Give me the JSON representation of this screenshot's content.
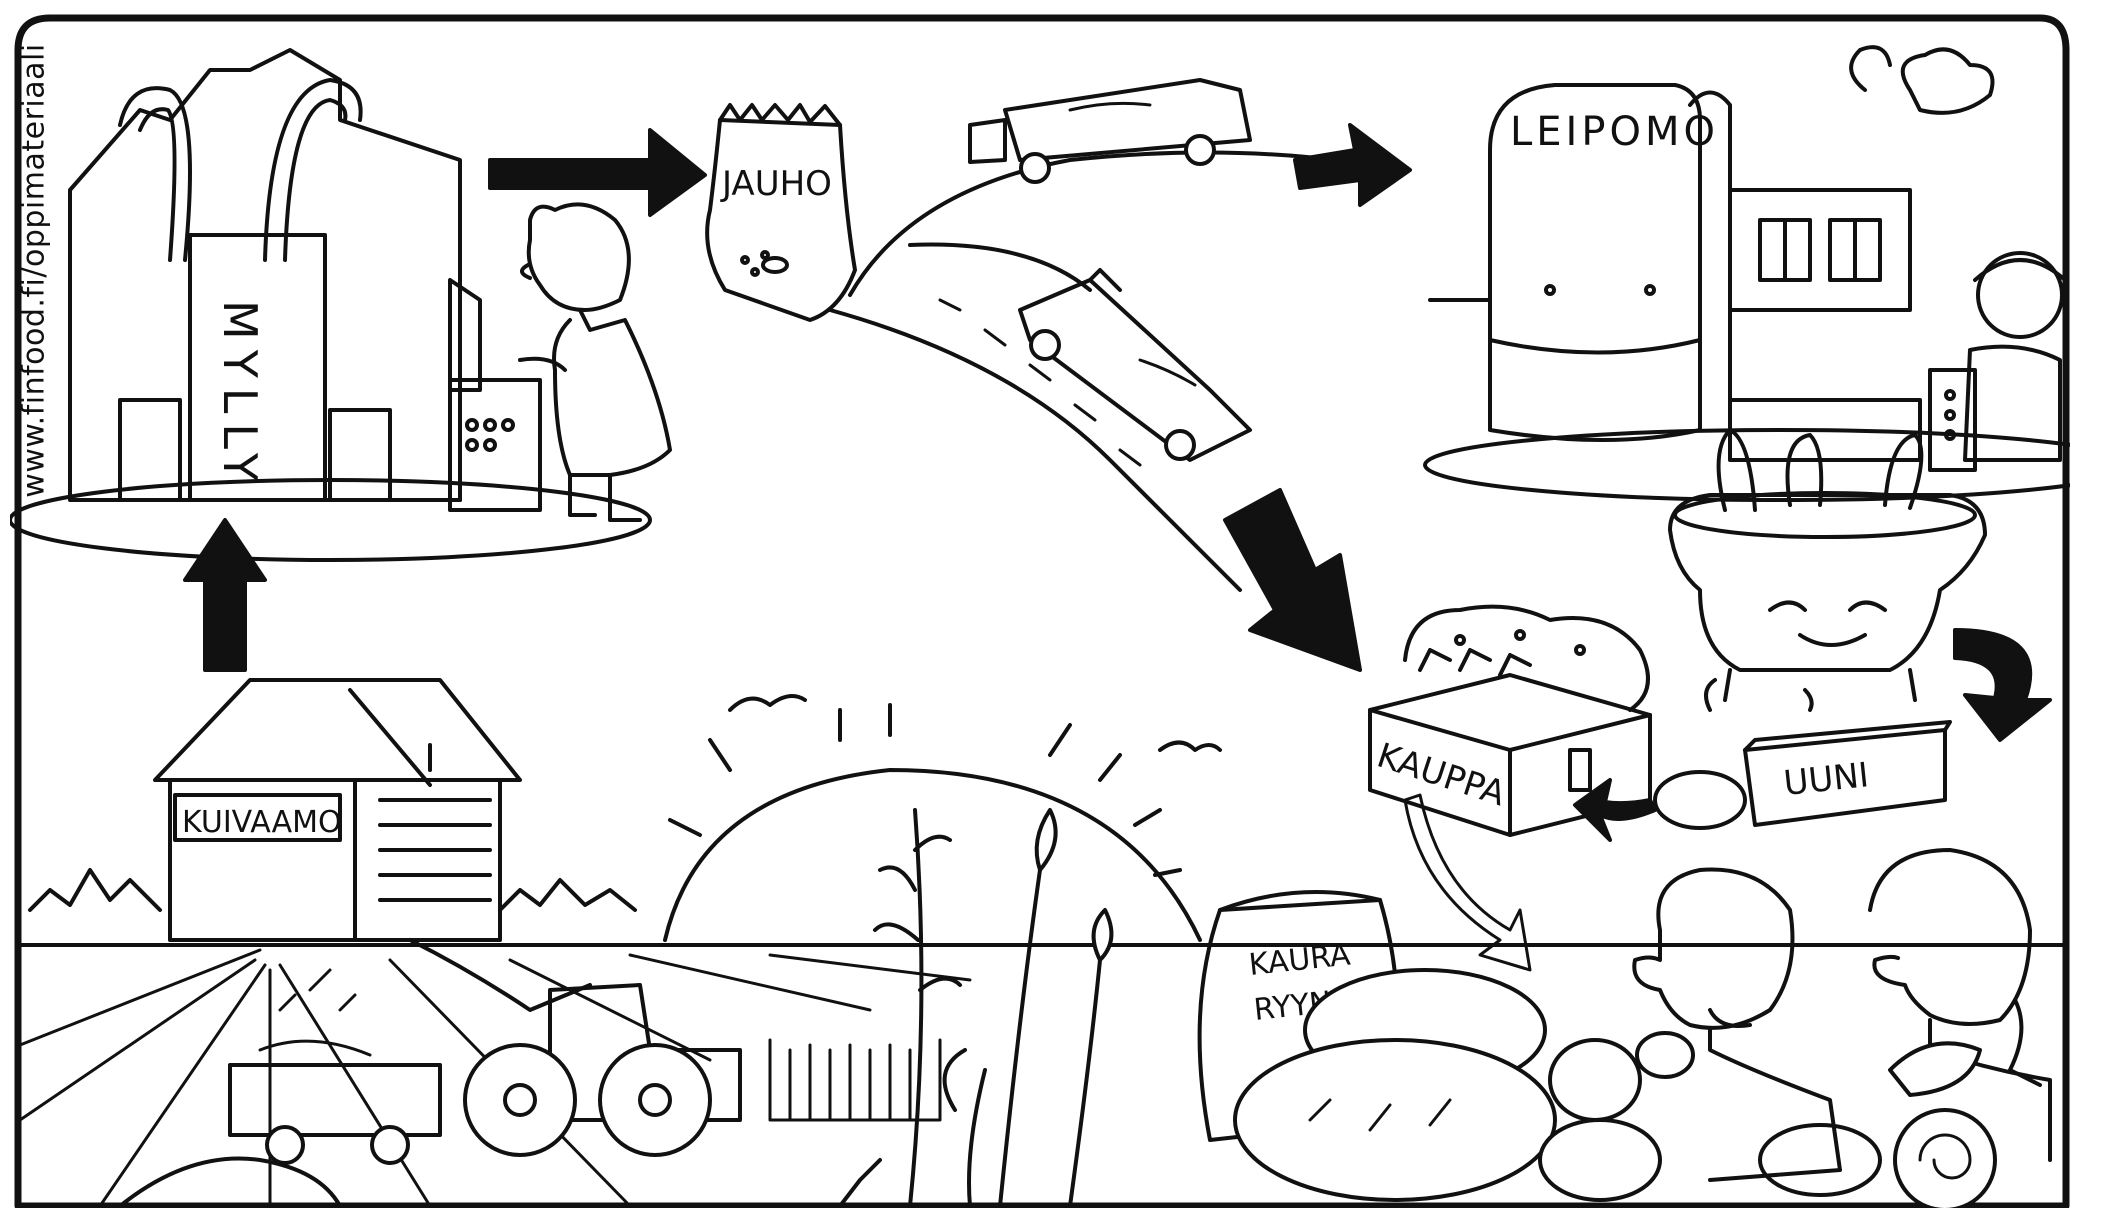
{
  "credit": {
    "url": "www.finfood.fi/oppimateriaali"
  },
  "labels": {
    "mill": "MYLLY",
    "flour": "JAUHO",
    "bakery": "LEIPOMO",
    "shop": "KAUPPA",
    "oven": "UUNI",
    "dryer": "KUIVAAMO",
    "oat_bag_line1": "KAURA",
    "oat_bag_line2": "RYYNI"
  },
  "colors": {
    "ink": "#111111",
    "paper": "#ffffff"
  },
  "icons": {
    "mill": "mill-building-icon",
    "bakery": "bakery-building-icon",
    "shop": "shop-building-icon",
    "oven": "oven-icon",
    "dryer": "dryer-barn-icon",
    "truck": "truck-icon",
    "tractor": "tractor-icon",
    "sun": "sun-icon",
    "arrow": "arrow-icon"
  }
}
